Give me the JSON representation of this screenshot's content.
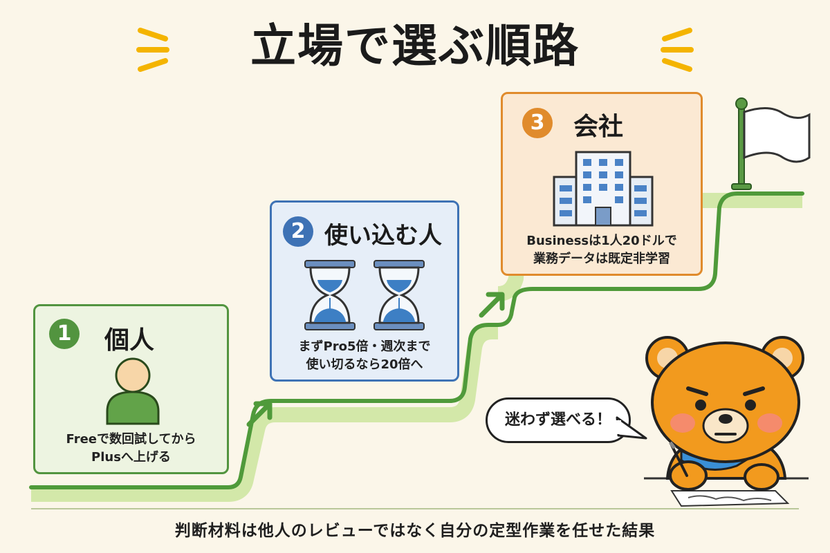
{
  "title": "立場で選ぶ順路",
  "steps": [
    {
      "number": "1",
      "title": "個人",
      "lines": [
        "Freeで数回試してから",
        "Plusへ上げる"
      ],
      "color": "#52943f",
      "icon": "person-icon"
    },
    {
      "number": "2",
      "title": "使い込む人",
      "lines": [
        "まずPro5倍・週次まで",
        "使い切るなら20倍へ"
      ],
      "color": "#3e72b5",
      "icon": "hourglass-icon"
    },
    {
      "number": "3",
      "title": "会社",
      "lines": [
        "Businessは1人20ドルで",
        "業務データは既定非学習"
      ],
      "color": "#e08b2c",
      "icon": "office-building-icon"
    }
  ],
  "speech_bubble": "迷わず選べる！",
  "caption": "判断材料は他人のレビューではなく自分の定型作業を任せた結果",
  "colors": {
    "background": "#fbf6e9",
    "path_green": "#4f9a3a",
    "accent_yellow": "#f4b400"
  }
}
